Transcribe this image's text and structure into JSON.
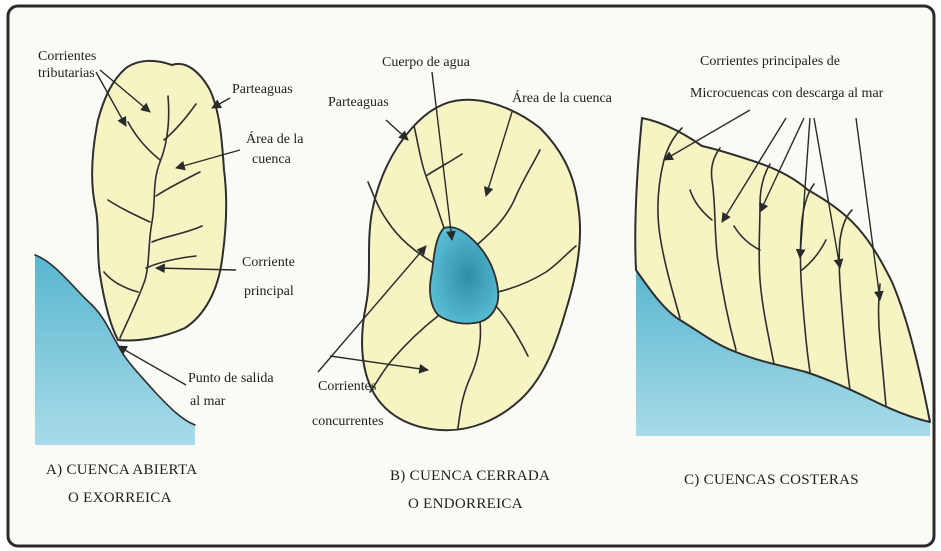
{
  "colors": {
    "basin_fill": "#f7f4c4",
    "sea": "#67c0d6",
    "sea_light": "#9fd8e6",
    "water_body": "#46aec6",
    "line": "#2e2e2e"
  },
  "panel_a": {
    "label_corrientes_1": "Corrientes",
    "label_corrientes_2": "tributarias",
    "label_parteaguas": "Parteaguas",
    "label_area_1": "Área de la",
    "label_area_2": "cuenca",
    "label_principal_1": "Corriente",
    "label_principal_2": "principal",
    "label_salida_1": "Punto de salida",
    "label_salida_2": "al mar",
    "caption_1": "A) CUENCA ABIERTA",
    "caption_2": "O EXORREICA"
  },
  "panel_b": {
    "label_cuerpo": "Cuerpo de agua",
    "label_area": "Área de la cuenca",
    "label_parteaguas": "Parteaguas",
    "label_concurrentes_1": "Corrientes",
    "label_concurrentes_2": "concurrentes",
    "caption_1": "B) CUENCA CERRADA",
    "caption_2": "O ENDORREICA"
  },
  "panel_c": {
    "label_1": "Corrientes principales de",
    "label_2": "Microcuencas con descarga al mar",
    "caption": "C) CUENCAS COSTERAS"
  }
}
